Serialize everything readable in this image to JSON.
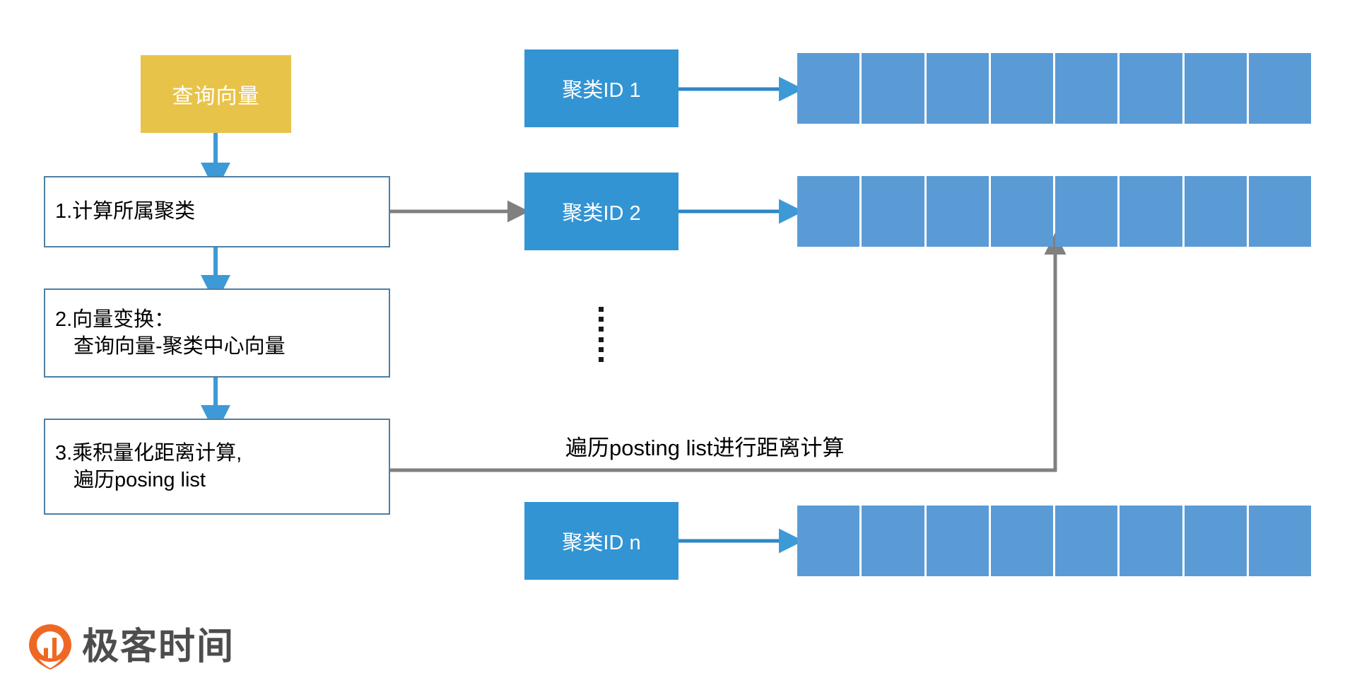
{
  "diagram": {
    "query_box": {
      "label": "查询向量"
    },
    "steps": [
      {
        "line1": "1.计算所属聚类",
        "line2": ""
      },
      {
        "line1": "2.向量变换：",
        "line2": "查询向量-聚类中心向量"
      },
      {
        "line1": "3.乘积量化距离计算,",
        "line2": "遍历posing list"
      }
    ],
    "clusters": [
      {
        "label": "聚类ID 1",
        "cells": 8
      },
      {
        "label": "聚类ID 2",
        "cells": 8
      },
      {
        "label": "聚类ID n",
        "cells": 8
      }
    ],
    "ellipsis": {
      "dots": 6
    },
    "caption": "遍历posting list进行距离计算",
    "colors": {
      "gold": "#e8c34a",
      "cluster_blue": "#3394d4",
      "cell_blue": "#5b9bd5",
      "step_border": "#4f7fa3",
      "arrow_blue": "#3d9ad6",
      "arrow_gray": "#808080",
      "logo_orange": "#ef6823",
      "logo_text": "#4d4d4d"
    }
  },
  "logo": {
    "text": "极客时间",
    "mark": "geektime-pin-icon"
  }
}
